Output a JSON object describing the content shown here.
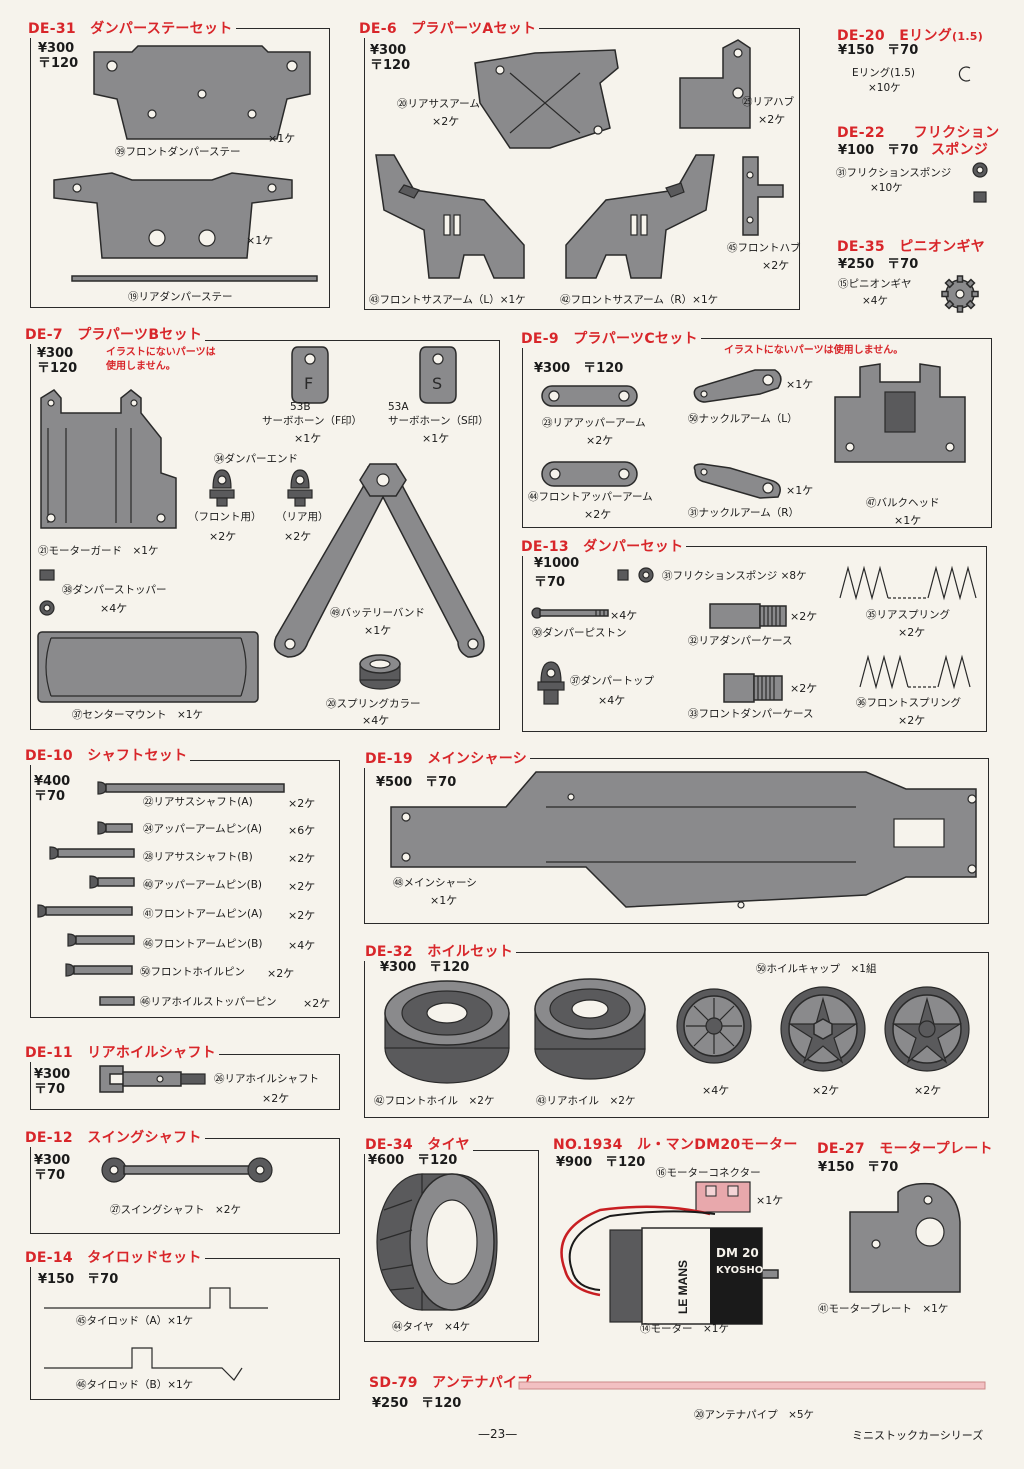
{
  "page_number": "—23—",
  "series": "ミニストックカーシリーズ",
  "sections": {
    "de31": {
      "title": "DE-31　ダンパーステーセット",
      "price": "¥300",
      "postage": "〒120",
      "parts": [
        {
          "label": "㊴フロントダンパーステー",
          "qty": "×1ケ"
        },
        {
          "label": "⑲リアダンパーステー",
          "qty": "×1ケ"
        }
      ]
    },
    "de6": {
      "title": "DE-6　プラパーツAセット",
      "price": "¥300",
      "postage": "〒120",
      "parts": [
        {
          "label": "⑳リアサスアーム",
          "qty": "×2ケ"
        },
        {
          "label": "㉕リアハブ",
          "qty": "×2ケ"
        },
        {
          "label": "㊺フロントハブ",
          "qty": "×2ケ"
        },
        {
          "label": "㊸フロントサスアーム（L）×1ケ"
        },
        {
          "label": "㊷フロントサスアーム（R）×1ケ"
        }
      ]
    },
    "de20": {
      "title": "DE-20　Eリング",
      "title_sub": "(1.5)",
      "price": "¥150　〒70",
      "part": "Eリング(1.5)",
      "qty": "×10ケ"
    },
    "de22": {
      "title1": "DE-22　　フリクション",
      "title2": "スポンジ",
      "price": "¥100　〒70",
      "part": "㉛フリクションスポンジ",
      "qty": "×10ケ"
    },
    "de35": {
      "title": "DE-35　ピニオンギヤ",
      "price": "¥250　〒70",
      "part": "⑮ピニオンギヤ",
      "qty": "×4ケ"
    },
    "de7": {
      "title": "DE-7　プラパーツBセット",
      "price": "¥300",
      "postage": "〒120",
      "note1": "イラストにないパーツは",
      "note2": "使用しません。",
      "servo_b": "53B",
      "servo_b_name": "サーボホーン（F印）",
      "servo_a": "53A",
      "servo_a_name": "サーボホーン（S印）",
      "qty1": "×1ケ",
      "damper_end": "㉞ダンパーエンド",
      "front_use": "（フロント用）",
      "rear_use": "（リア用）",
      "qty2": "×2ケ",
      "motor_guard": "㉑モーターガード　×1ケ",
      "damper_stopper": "㊳ダンパーストッパー",
      "qty4": "×4ケ",
      "battery_band": "㊾バッテリーバンド",
      "center_mount": "㊲センターマウント　×1ケ",
      "spring_collar": "⑳スプリングカラー"
    },
    "de9": {
      "title": "DE-9　プラパーツCセット",
      "price": "¥300　〒120",
      "note": "イラストにないパーツは使用しません。",
      "parts": [
        {
          "label": "㉓リアアッパーアーム",
          "qty": "×2ケ"
        },
        {
          "label": "㊹フロントアッパーアーム",
          "qty": "×2ケ"
        },
        {
          "label": "㊿ナックルアーム（L）",
          "qty": "×1ケ"
        },
        {
          "label": "㉛ナックルアーム（R）",
          "qty": "×1ケ"
        },
        {
          "label": "㊼バルクヘッド",
          "qty": "×1ケ"
        }
      ]
    },
    "de13": {
      "title": "DE-13　ダンパーセット",
      "price": "¥1000",
      "postage": "〒70",
      "sponge": "㉛フリクションスポンジ ×8ケ",
      "piston": "㉚ダンパーピストン",
      "piston_qty": "×4ケ",
      "rear_case": "㉜リアダンパーケース",
      "rear_spring": "㉟リアスプリング",
      "damper_top": "㊲ダンパートップ",
      "front_case": "㉝フロントダンパーケース",
      "front_spring": "㊱フロントスプリング",
      "qty2": "×2ケ",
      "qty4": "×4ケ"
    },
    "de10": {
      "title": "DE-10　シャフトセット",
      "price": "¥400",
      "postage": "〒70",
      "parts": [
        {
          "label": "㉒リアサスシャフト(A)",
          "qty": "×2ケ"
        },
        {
          "label": "㉔アッパーアームピン(A)",
          "qty": "×6ケ"
        },
        {
          "label": "㉘リアサスシャフト(B)",
          "qty": "×2ケ"
        },
        {
          "label": "㊵アッパーアームピン(B)",
          "qty": "×2ケ"
        },
        {
          "label": "㊶フロントアームピン(A)",
          "qty": "×2ケ"
        },
        {
          "label": "㊻フロントアームピン(B)",
          "qty": "×4ケ"
        },
        {
          "label": "㊿フロントホイルピン",
          "qty": "×2ケ"
        },
        {
          "label": "㊻リアホイルストッパーピン",
          "qty": "×2ケ"
        }
      ]
    },
    "de19": {
      "title": "DE-19　メインシャーシ",
      "price": "¥500　〒70",
      "part": "㊽メインシャーシ",
      "qty": "×1ケ"
    },
    "de11": {
      "title": "DE-11　リアホイルシャフト",
      "price": "¥300",
      "postage": "〒70",
      "part": "㉖リアホイルシャフト",
      "qty": "×2ケ"
    },
    "de32": {
      "title": "DE-32　ホイルセット",
      "price": "¥300　〒120",
      "cap": "㊿ホイルキャップ　×1組",
      "front": "㊷フロントホイル　×2ケ",
      "rear": "㊸リアホイル　×2ケ",
      "q4": "×4ケ",
      "q2": "×2ケ"
    },
    "de12": {
      "title": "DE-12　スイングシャフト",
      "price": "¥300",
      "postage": "〒70",
      "part": "㉗スイングシャフト　×2ケ"
    },
    "de34": {
      "title": "DE-34　タイヤ",
      "price": "¥600　〒120",
      "part": "㊹タイヤ　×4ケ"
    },
    "no1934": {
      "title": "NO.1934　ル・マンDM20モーター",
      "price": "¥900　〒120",
      "connector": "⑯モーターコネクター",
      "qty": "×1ケ",
      "motor": "⑭モーター　×1ケ",
      "brand1": "LE MANS",
      "brand2": "DM 20",
      "brand3": "KYOSHO"
    },
    "de27": {
      "title": "DE-27　モータープレート",
      "price": "¥150　〒70",
      "part": "㊶モータープレート　×1ケ"
    },
    "de14": {
      "title": "DE-14　タイロッドセット",
      "price": "¥150　〒70",
      "parts": [
        {
          "label": "㊺タイロッド（A）×1ケ"
        },
        {
          "label": "㊻タイロッド（B）×1ケ"
        }
      ]
    },
    "sd79": {
      "title": "SD-79　アンテナパイプ",
      "price": "¥250　〒120",
      "part": "⑳アンテナパイプ　×5ケ"
    }
  },
  "colors": {
    "accent": "#d8262a",
    "part_fill": "#8a8a8c",
    "background": "#f6f3ec"
  }
}
